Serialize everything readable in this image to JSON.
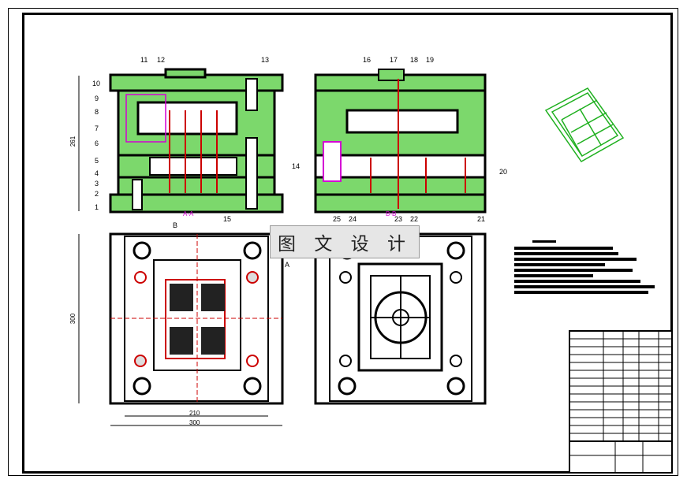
{
  "watermark": "图 文 设 计",
  "callouts_top_left": [
    "1",
    "2",
    "3",
    "4",
    "5",
    "6",
    "7",
    "8",
    "9",
    "10",
    "11",
    "12",
    "13",
    "14",
    "15"
  ],
  "callouts_top_right": [
    "16",
    "17",
    "18",
    "19",
    "20",
    "21",
    "22",
    "23",
    "24",
    "25"
  ],
  "section_label_left": "A-A",
  "section_label_right": "B-B",
  "dim_height": "261",
  "dim_left_height": "300",
  "dim_bottom_inner": "210",
  "dim_bottom_outer": "300",
  "section_marker_a": "A",
  "section_marker_b": "B",
  "colors": {
    "plate": "#7cd86c",
    "stroke": "#000000",
    "accent": "#cc0000",
    "part": "#d400d4",
    "iso": "#1fb01f"
  }
}
